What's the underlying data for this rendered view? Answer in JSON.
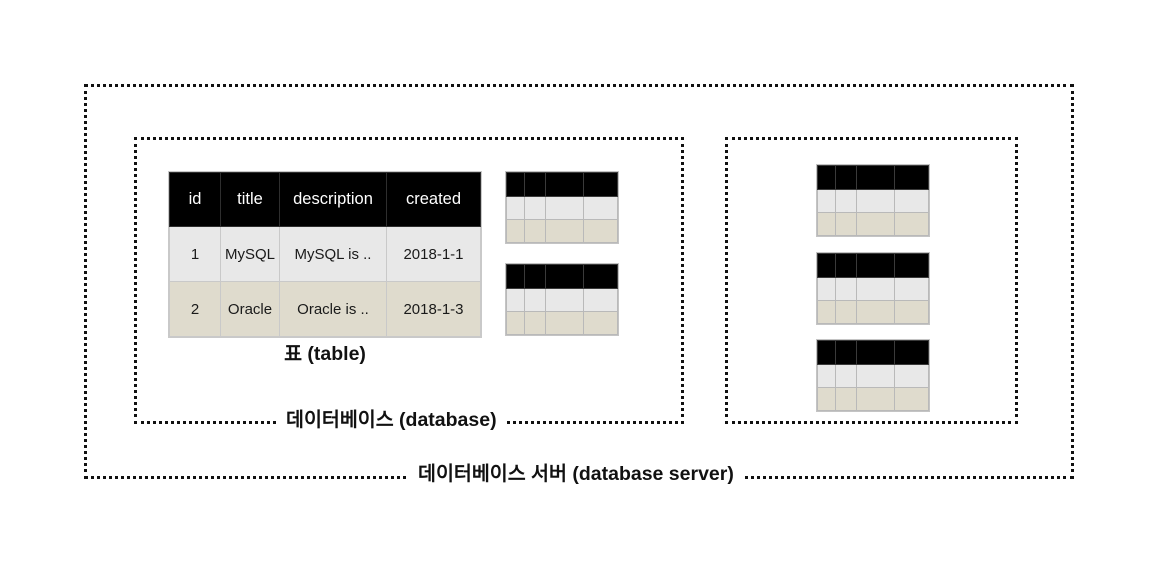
{
  "diagram": {
    "title_label_table": "표 (table)",
    "title_label_database": "데이터베이스 (database)",
    "title_label_server": "데이터베이스 서버 (database server)"
  },
  "colors": {
    "header_background": "#000000",
    "header_text": "#ffffff",
    "row_odd_background": "#e8e8e8",
    "row_even_background": "#dfdbcd",
    "border": "#c9c9c9",
    "dotted_border": "#111111",
    "text": "#1a1a1a",
    "page_background": "#ffffff"
  },
  "main_table": {
    "columns": [
      "id",
      "title",
      "description",
      "created"
    ],
    "rows": [
      [
        "1",
        "MySQL",
        "MySQL is ..",
        "2018-1-1"
      ],
      [
        "2",
        "Oracle",
        "Oracle is ..",
        "2018-1-3"
      ]
    ]
  },
  "mini_tables": {
    "left_database_count": 2,
    "right_database_count": 3,
    "columns": 4,
    "data_rows": 2
  }
}
